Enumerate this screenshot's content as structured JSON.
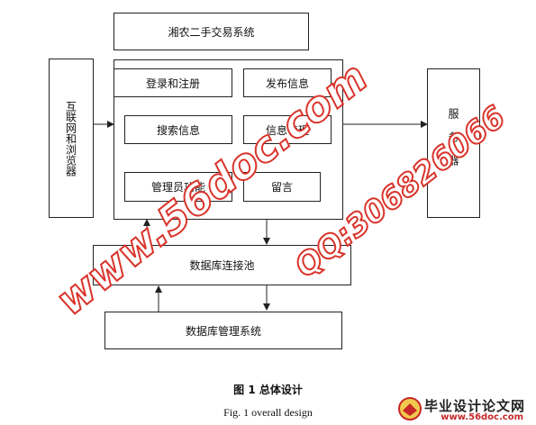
{
  "diagram": {
    "title_box": "湘农二手交易系统",
    "client": "互联网和浏览器",
    "server": "服务器",
    "modules": {
      "login": "登录和注册",
      "publish": "发布信息",
      "search": "搜索信息",
      "info_manage": "信息管理",
      "admin": "管理员功能",
      "message": "留言"
    },
    "db_pool": "数据库连接池",
    "dbms": "数据库管理系统"
  },
  "caption": {
    "cn": "图 1    总体设计",
    "en": "Fig. 1      overall design"
  },
  "watermark": {
    "site": "www.56doc.com",
    "qq": "QQ:306826066"
  },
  "brand": {
    "name": "毕业设计论文网",
    "url": "www.56doc.com"
  },
  "colors": {
    "watermark_red": "#d9342b",
    "line": "#222222"
  }
}
